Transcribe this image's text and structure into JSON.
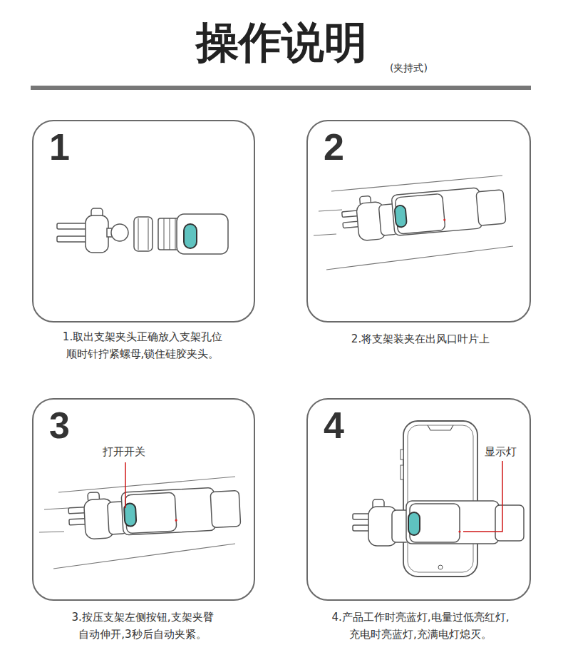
{
  "diagram": {
    "title": "操作说明",
    "nodes": [
      {
        "text": [
          "1"
        ]
      },
      {
        "text": [
          "2"
        ]
      },
      {
        "text": [
          "3"
        ]
      },
      {
        "text": [
          "4"
        ]
      }
    ],
    "labels": [
      "(夹持式)",
      "1.取出支架夹头正确放入支架孔位 顺时针拧紧螺母,锁住硅胶夹头。",
      "2.将支架装夹在出风口叶片上",
      "打开开关",
      "3.按压支架左侧按钮,支架夹臂 自动伸开,3秒后自动夹紧。",
      "显示灯",
      "4.产品工作时亮蓝灯,电量过低亮红灯, 充电时亮蓝灯,充满电灯熄灭。"
    ]
  }
}
